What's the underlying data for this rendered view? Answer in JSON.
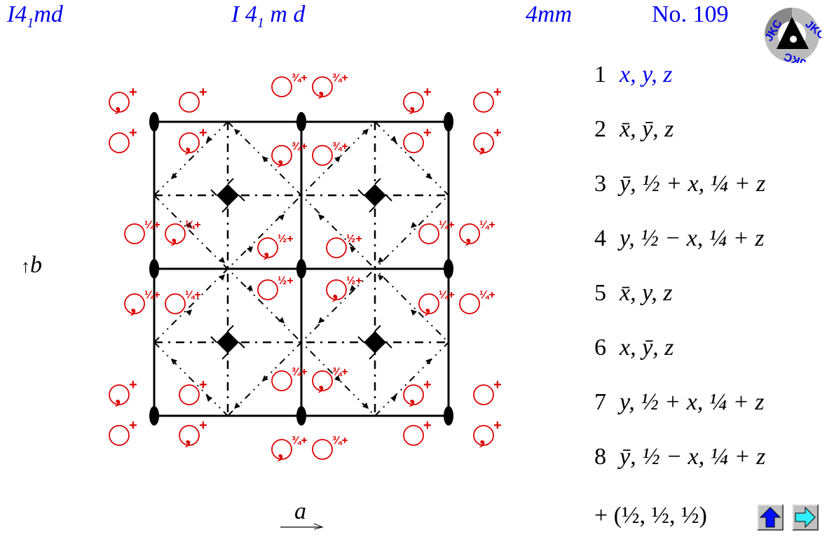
{
  "header": {
    "short_symbol": "I4",
    "short_sub": "1",
    "short_rest": "md",
    "full_symbol_a": "I 4",
    "full_sub": "1",
    "full_rest": " m d",
    "point_group": "4mm",
    "number": "No. 109"
  },
  "logo": {
    "text": "JKC"
  },
  "axes": {
    "a": "a",
    "b": "b"
  },
  "heights": {
    "plus": "+",
    "quarter": "¼+",
    "half": "½+",
    "three_quarter": "¾+"
  },
  "colors": {
    "title": "#0000ee",
    "markers": "#dd0000",
    "symmetry": "#000000"
  },
  "operators": [
    {
      "n": "1",
      "expr": "x, y, z"
    },
    {
      "n": "2",
      "expr": "x̄, ȳ, z"
    },
    {
      "n": "3",
      "expr": "ȳ, ½ + x, ¼ + z"
    },
    {
      "n": "4",
      "expr": "y, ½ − x, ¼ + z"
    },
    {
      "n": "5",
      "expr": "x̄, y, z"
    },
    {
      "n": "6",
      "expr": "x, ȳ, z"
    },
    {
      "n": "7",
      "expr": "y, ½ + x, ¼ + z"
    },
    {
      "n": "8",
      "expr": "ȳ, ½ − x, ¼ + z"
    }
  ],
  "centering": "+ (½, ½, ½)",
  "nav": {
    "up_icon": "up-arrow-icon",
    "next_icon": "right-arrow-icon"
  }
}
